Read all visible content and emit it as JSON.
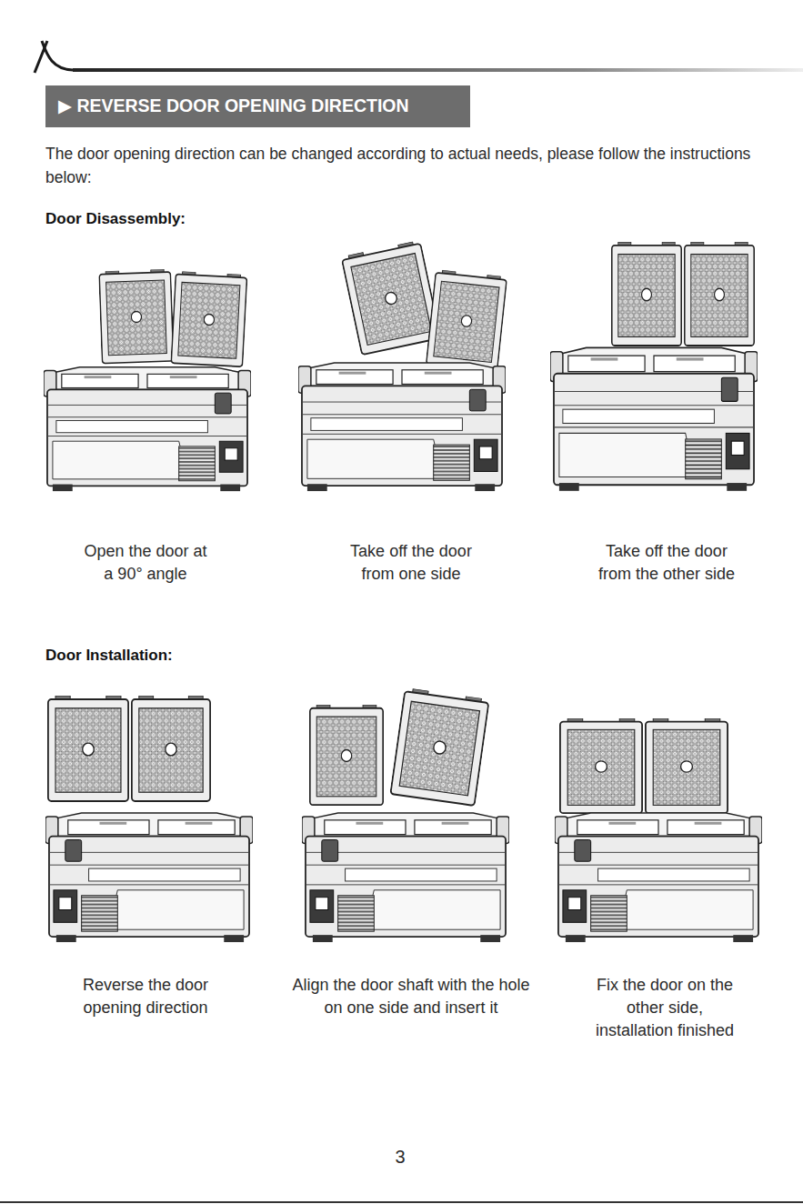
{
  "diagram": {
    "title": "▶ REVERSE DOOR OPENING DIRECTION",
    "labels": [
      "The door opening direction can be changed according to actual needs, please follow the instructions below:",
      "Door Disassembly:",
      "Open the door at a 90° angle",
      "Take off the door from one side",
      "Take off the door from the other side",
      "Door Installation:",
      "Reverse the door opening direction",
      "Align the door shaft with the hole on one side and insert it",
      "Fix the door on the other side, installation finished",
      "3"
    ]
  }
}
